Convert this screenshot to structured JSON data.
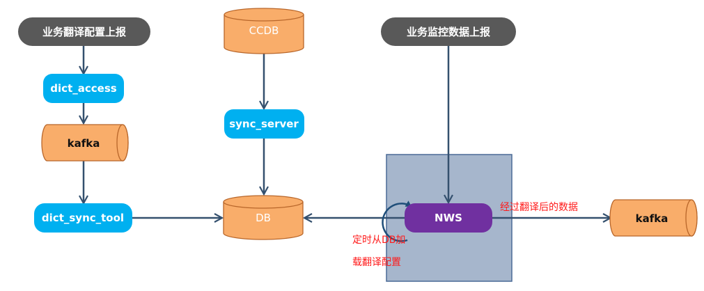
{
  "diagram": {
    "colors": {
      "dark_node": "#595959",
      "blue_node": "#00b0f0",
      "orange_fill": "#f9ad6a",
      "orange_stroke": "#b8662a",
      "purple_node": "#7030a0",
      "container_fill": "#a6b6cc",
      "container_stroke": "#4a6a96",
      "arrow": "#34506e",
      "annotation": "#ff1a1a"
    },
    "nodes": {
      "report_config": {
        "label": "业务翻译配置上报",
        "shape": "pill",
        "style": "dark"
      },
      "dict_access": {
        "label": "dict_access",
        "shape": "rounded-rect",
        "style": "blue"
      },
      "kafka_left": {
        "label": "kafka",
        "shape": "horizontal-cylinder",
        "style": "orange"
      },
      "dict_sync_tool": {
        "label": "dict_sync_tool",
        "shape": "rounded-rect",
        "style": "blue"
      },
      "ccdb": {
        "label": "CCDB",
        "shape": "cylinder",
        "style": "orange"
      },
      "sync_server": {
        "label": "sync_server",
        "shape": "rounded-rect",
        "style": "blue"
      },
      "db": {
        "label": "DB",
        "shape": "cylinder",
        "style": "orange"
      },
      "report_monitor": {
        "label": "业务监控数据上报",
        "shape": "pill",
        "style": "dark"
      },
      "nws": {
        "label": "NWS",
        "shape": "rounded-rect",
        "style": "purple"
      },
      "kafka_right": {
        "label": "kafka",
        "shape": "horizontal-cylinder",
        "style": "orange"
      }
    },
    "edges": [
      {
        "from": "report_config",
        "to": "dict_access"
      },
      {
        "from": "dict_access",
        "to": "kafka_left"
      },
      {
        "from": "kafka_left",
        "to": "dict_sync_tool"
      },
      {
        "from": "dict_sync_tool",
        "to": "db"
      },
      {
        "from": "ccdb",
        "to": "sync_server"
      },
      {
        "from": "sync_server",
        "to": "db"
      },
      {
        "from": "report_monitor",
        "to": "nws"
      },
      {
        "from": "nws",
        "to": "db"
      },
      {
        "from": "nws",
        "to": "nws",
        "type": "self-loop"
      },
      {
        "from": "nws",
        "to": "kafka_right"
      }
    ],
    "annotations": {
      "translated_data": "经过翻译后的数据",
      "reload_line1": "定时从DB加",
      "reload_line2": "载翻译配置"
    }
  }
}
